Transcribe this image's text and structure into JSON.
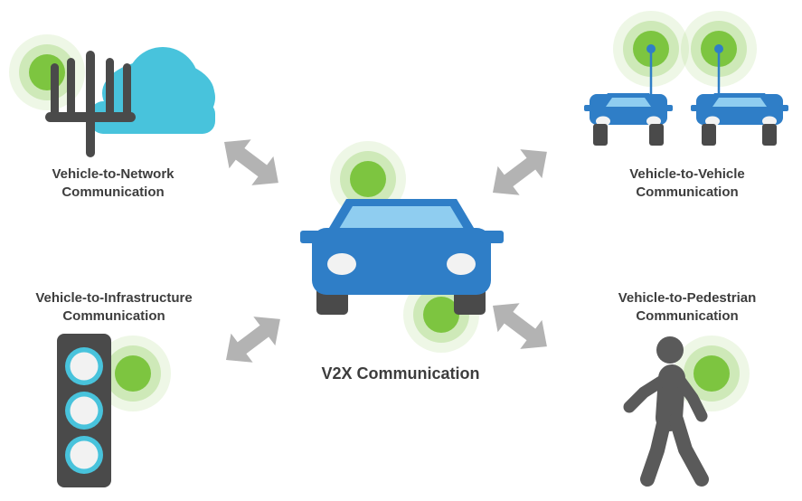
{
  "labels": {
    "v2n": {
      "line1": "Vehicle-to-Network",
      "line2": "Communication"
    },
    "v2v": {
      "line1": "Vehicle-to-Vehicle",
      "line2": "Communication"
    },
    "v2i": {
      "line1": "Vehicle-to-Infrastructure",
      "line2": "Communication"
    },
    "v2p": {
      "line1": "Vehicle-to-Pedestrian",
      "line2": "Communication"
    },
    "center": "V2X Communication"
  },
  "colors": {
    "car_blue": "#2f7ec7",
    "cloud_blue": "#48c3dc",
    "signal_green": "#7dc540",
    "arrow_gray": "#b3b3b3",
    "dark_gray": "#4a4a4a",
    "text": "#3d3d3d"
  },
  "icons": [
    "cell-tower-icon",
    "cloud-icon",
    "car-icon",
    "traffic-light-icon",
    "pedestrian-icon",
    "signal-icon",
    "double-arrow-icon"
  ]
}
